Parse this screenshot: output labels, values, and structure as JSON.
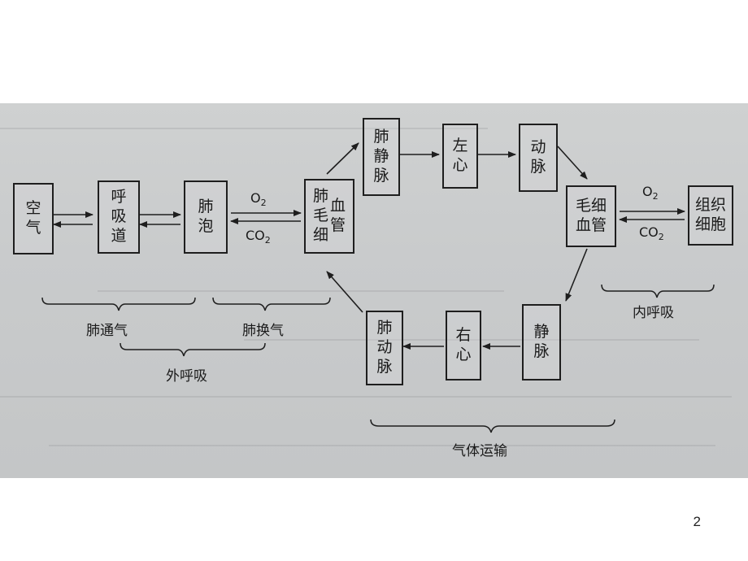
{
  "boxes": {
    "air": [
      "空",
      "气"
    ],
    "airway": [
      "呼",
      "吸",
      "道"
    ],
    "alveoli": [
      "肺",
      "泡"
    ],
    "lung_capillary": [
      "肺",
      "毛",
      "细",
      "血",
      "管"
    ],
    "pulm_vein": [
      "肺",
      "静",
      "脉"
    ],
    "left_heart": [
      "左",
      "心"
    ],
    "artery": [
      "动",
      "脉"
    ],
    "capillary": [
      "毛细",
      "血管"
    ],
    "tissue_cell": [
      "组织",
      "细胞"
    ],
    "vein": [
      "静",
      "脉"
    ],
    "right_heart": [
      "右",
      "心"
    ],
    "pulm_artery": [
      "肺",
      "动",
      "脉"
    ]
  },
  "gas": {
    "o2_left": "O",
    "o2_right": "O",
    "co2_left": "CO",
    "co2_right": "CO",
    "sub": "2"
  },
  "labels": {
    "pulmonary_ventilation": "肺通气",
    "pulmonary_exchange": "肺换气",
    "external_respiration": "外呼吸",
    "internal_respiration": "内呼吸",
    "gas_transport": "气体运输"
  },
  "page_number": "2"
}
